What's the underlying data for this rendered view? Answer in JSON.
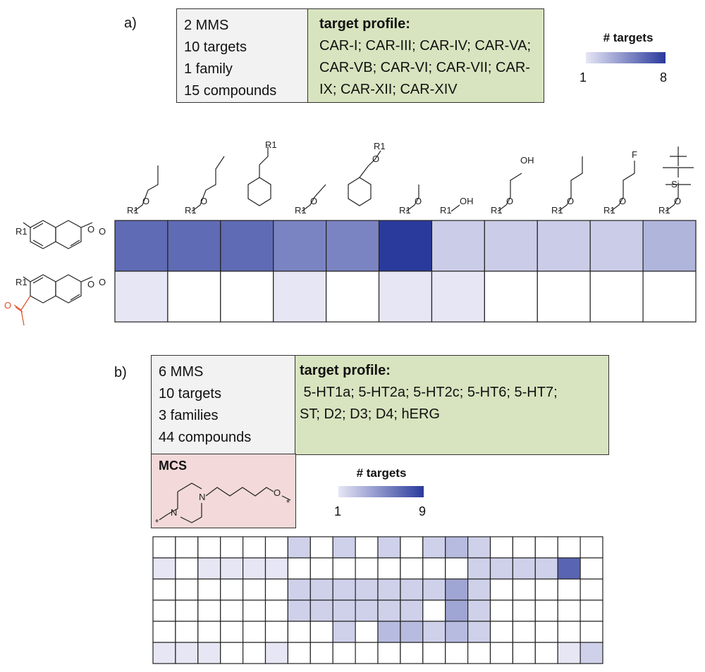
{
  "panel_a": {
    "label": "a)",
    "stats": [
      "2 MMS",
      "10 targets",
      "1 family",
      "15 compounds"
    ],
    "profile_title": "target profile:",
    "profile_lines": [
      "CAR-I; CAR-III; CAR-IV; CAR-VA;",
      "CAR-VB; CAR-VI; CAR-VII; CAR-",
      "IX; CAR-XII; CAR-XIV"
    ],
    "legend": {
      "title": "# targets",
      "min": "1",
      "max": "8",
      "color_low": "#e6e6f5",
      "color_high": "#2a3a9c"
    },
    "substituent_labels": [
      "R1",
      "R1",
      "R1",
      "R1",
      "R1",
      "R1",
      "R1",
      "R1",
      "R1",
      "R1",
      "R1"
    ],
    "atom_labels": {
      "oxygen": "O",
      "hydroxyl": "OH",
      "fluorine": "F",
      "silicon": "Si"
    },
    "heatmap": {
      "rows": 2,
      "cols": 11,
      "values": [
        [
          6,
          6,
          6,
          5,
          5,
          8,
          2,
          2,
          2,
          2,
          3
        ],
        [
          1,
          0,
          0,
          1,
          0,
          1,
          1,
          0,
          0,
          0,
          0
        ]
      ]
    }
  },
  "panel_b": {
    "label": "b)",
    "stats": [
      "6 MMS",
      "10 targets",
      "3 families",
      "44 compounds"
    ],
    "profile_title": "target profile:",
    "profile_lines": [
      " 5-HT1a; 5-HT2a; 5-HT2c; 5-HT6; 5-HT7;",
      "ST; D2; D3; D4; hERG"
    ],
    "mcs_title": "MCS",
    "mcs_atoms": {
      "n1": "N",
      "n2": "N",
      "o": "O",
      "star": "*"
    },
    "legend": {
      "title": "# targets",
      "min": "1",
      "max": "9",
      "color_low": "#e6e6f5",
      "color_high": "#2a3a9c"
    },
    "heatmap": {
      "rows": 6,
      "cols": 20,
      "values": [
        [
          0,
          0,
          0,
          0,
          0,
          0,
          2,
          0,
          2,
          0,
          2,
          0,
          2,
          3,
          2,
          0,
          0,
          0,
          0,
          0
        ],
        [
          1,
          0,
          1,
          1,
          1,
          1,
          0,
          0,
          0,
          0,
          0,
          0,
          0,
          0,
          2,
          2,
          2,
          2,
          7,
          0
        ],
        [
          0,
          0,
          0,
          0,
          0,
          0,
          2,
          2,
          2,
          2,
          2,
          2,
          2,
          4,
          2,
          0,
          0,
          0,
          0,
          0
        ],
        [
          0,
          0,
          0,
          0,
          0,
          0,
          2,
          2,
          2,
          2,
          2,
          2,
          0,
          4,
          2,
          0,
          0,
          0,
          0,
          0
        ],
        [
          0,
          0,
          0,
          0,
          0,
          0,
          0,
          0,
          2,
          0,
          3,
          3,
          2,
          3,
          2,
          0,
          0,
          0,
          0,
          0
        ],
        [
          1,
          1,
          1,
          0,
          0,
          1,
          0,
          0,
          0,
          0,
          0,
          0,
          0,
          0,
          0,
          0,
          0,
          0,
          1,
          2
        ]
      ]
    }
  }
}
